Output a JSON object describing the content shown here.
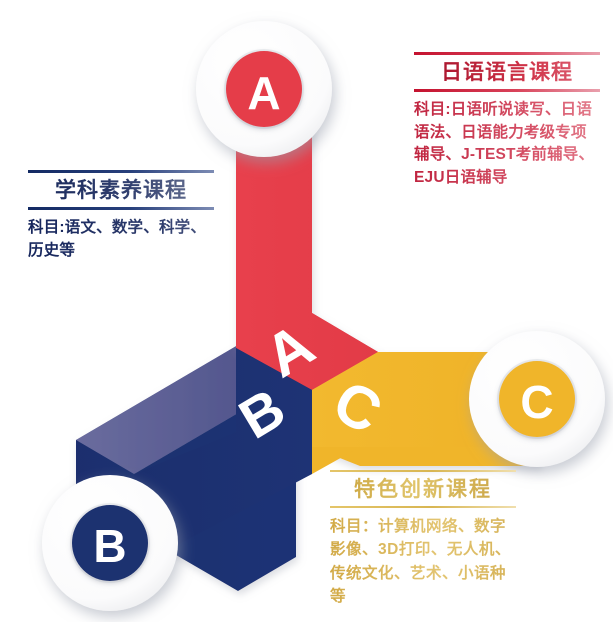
{
  "diagram": {
    "type": "isometric-three-arm-hub",
    "colors": {
      "red": "#E53E4A",
      "red_dark": "#D8303F",
      "red_top": "#E9505C",
      "blue": "#1C3070",
      "blue_light": "#5A5C92",
      "blue_dark": "#16265C",
      "gold": "#F0B52A",
      "gold_dark": "#E8A91C",
      "gold_light": "#F5C651",
      "node_ring": "#FFFFFF",
      "background": "#FFFFFF"
    },
    "nodes": [
      {
        "id": "A",
        "letter": "A",
        "color": "#E53E4A",
        "position": "top"
      },
      {
        "id": "B",
        "letter": "B",
        "color": "#1C3070",
        "position": "bottom-left"
      },
      {
        "id": "C",
        "letter": "C",
        "color": "#F0B52A",
        "position": "right"
      }
    ],
    "hub_letters": [
      {
        "letter": "A",
        "face": "red"
      },
      {
        "letter": "B",
        "face": "blue"
      },
      {
        "letter": "C",
        "face": "gold"
      }
    ]
  },
  "blocks": {
    "japanese": {
      "title": "日语语言课程",
      "body": "科目:日语听说读写、日语语法、日语能力考级专项辅导、J-TEST考前辅导、EJU日语辅导",
      "accent": "#C4122F"
    },
    "subject": {
      "title": "学科素养课程",
      "body": "科目:语文、数学、科学、历史等",
      "accent": "#132A63"
    },
    "innovation": {
      "title": "特色创新课程",
      "body": "科目：计算机网络、数字影像、3D打印、无人机、传统文化、艺术、小语种等",
      "accent": "#D8B653"
    }
  }
}
